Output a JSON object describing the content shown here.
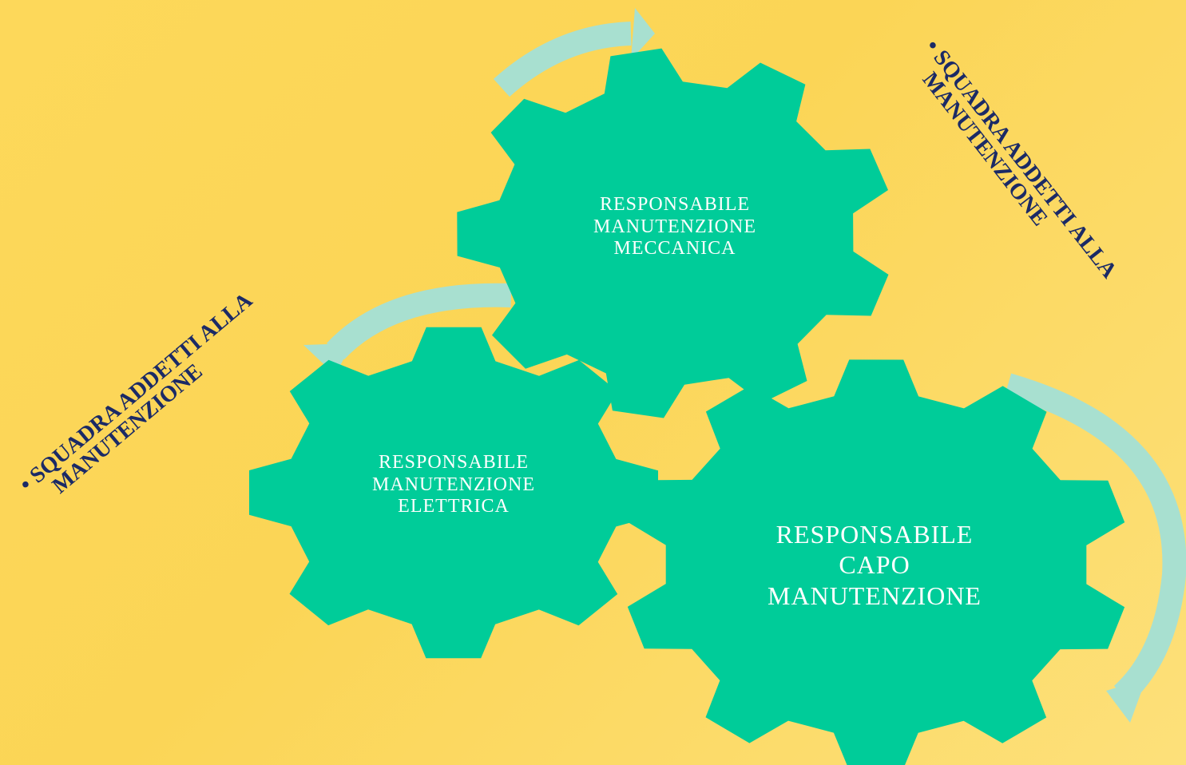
{
  "colors": {
    "background": "#fbd556",
    "gear": "#00cc99",
    "arrow": "#a8e0d0",
    "gear_text": "#ffffff",
    "label_text": "#1b2a66"
  },
  "gears": {
    "meccanica": {
      "line1": "RESPONSABILE",
      "line2": "MANUTENZIONE",
      "line3": "MECCANICA"
    },
    "elettrica": {
      "line1": "RESPONSABILE",
      "line2": "MANUTENZIONE",
      "line3": "ELETTRICA"
    },
    "capo": {
      "line1": "RESPONSABILE",
      "line2": "CAPO",
      "line3": "MANUTENZIONE"
    }
  },
  "labels": {
    "left": {
      "bullet": "•",
      "line1": "SQUADRA ADDETTI ALLA",
      "line2": "MANUTENZIONE"
    },
    "right": {
      "bullet": "•",
      "line1": "SQUADRA ADDETTI ALLA",
      "line2": "MANUTENZIONE"
    }
  },
  "arrows": [
    "arrow-top",
    "arrow-left",
    "arrow-right"
  ]
}
